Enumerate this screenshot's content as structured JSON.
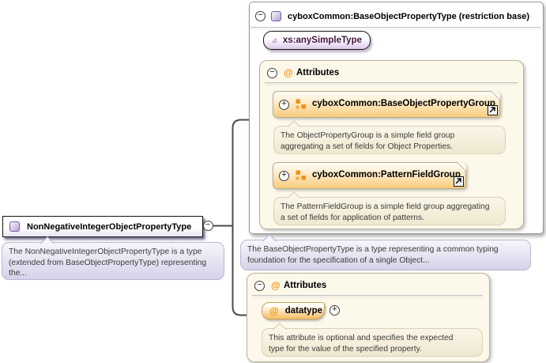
{
  "root": {
    "name": "NonNegativeIntegerObjectPropertyType",
    "description": "The NonNegativeIntegerObjectPropertyType is a type\n(extended from BaseObjectPropertyType) representing\nthe..."
  },
  "base_type_panel": {
    "title": "cyboxCommon:BaseObjectPropertyType (restriction base)",
    "base_type": "xs:anySimpleType",
    "description": "The BaseObjectPropertyType is a type representing a common typing\nfoundation for the specification of a single Object...",
    "attributes": {
      "title": "Attributes",
      "at_symbol": "@",
      "groups": [
        {
          "name": "cyboxCommon:BaseObjectPropertyGroup",
          "description": "The ObjectPropertyGroup is a simple field group\naggregating a set of fields for Object Properties."
        },
        {
          "name": "cyboxCommon:PatternFieldGroup",
          "description": "The PatternFieldGroup is a simple field group aggregating\na set of fields for application of patterns."
        }
      ]
    }
  },
  "attributes_panel": {
    "title": "Attributes",
    "at_symbol": "@",
    "attribute": {
      "name": "datatype",
      "description": "This attribute is optional and specifies the expected\ntype for the value of the specified property."
    }
  },
  "toggles": {
    "collapse": "−",
    "expand": "+"
  },
  "colors": {
    "accent_orange": "#ef9211",
    "group_box_bottom": "#f8cb7c",
    "cream_panel": "#fcf8ea",
    "lavender_tooltip": "#d7d2e9",
    "purple_icon": "#b2a2d4",
    "connector_line": "#4a4a4a",
    "simple_type_text": "#43173f"
  }
}
